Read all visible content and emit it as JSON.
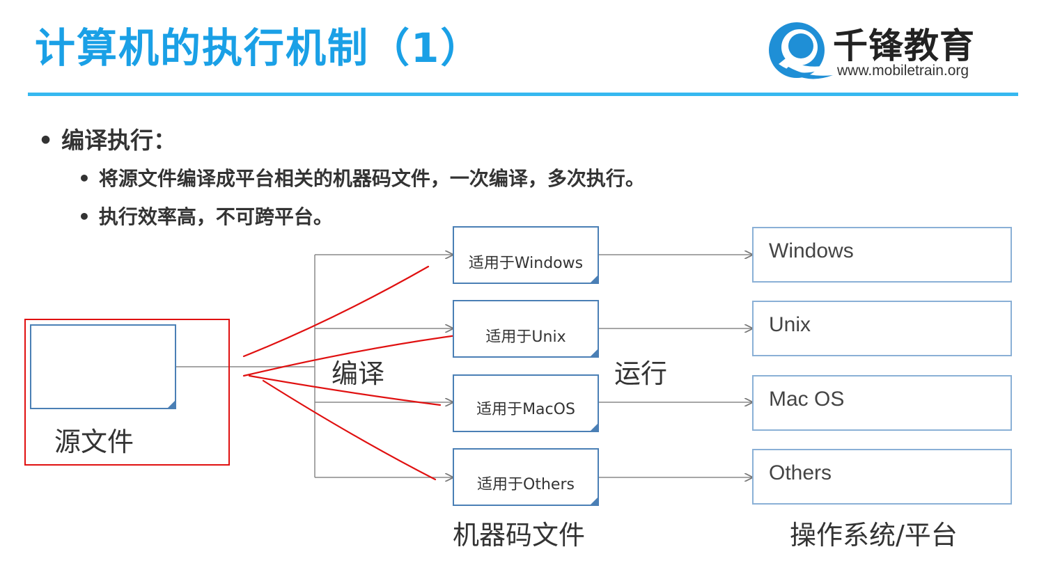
{
  "title": "计算机的执行机制（1）",
  "logo": {
    "name": "千锋教育",
    "url": "www.mobiletrain.org"
  },
  "bullets": {
    "main": "编译执行：",
    "sub": [
      "将源文件编译成平台相关的机器码文件，一次编译，多次执行。",
      "执行效率高，不可跨平台。"
    ]
  },
  "diagram": {
    "source_label": "源文件",
    "compile_label": "编译",
    "run_label": "运行",
    "machine_code_label": "机器码文件",
    "os_label": "操作系统/平台",
    "machine_files": [
      "适用于Windows",
      "适用于Unix",
      "适用于MacOS",
      "适用于Others"
    ],
    "platforms": [
      "Windows",
      "Unix",
      "Mac OS",
      "Others"
    ]
  },
  "colors": {
    "title": "#1aa0e6",
    "rule": "#36b8f0",
    "box_border": "#4a7fb5",
    "annotation": "#e01010"
  }
}
